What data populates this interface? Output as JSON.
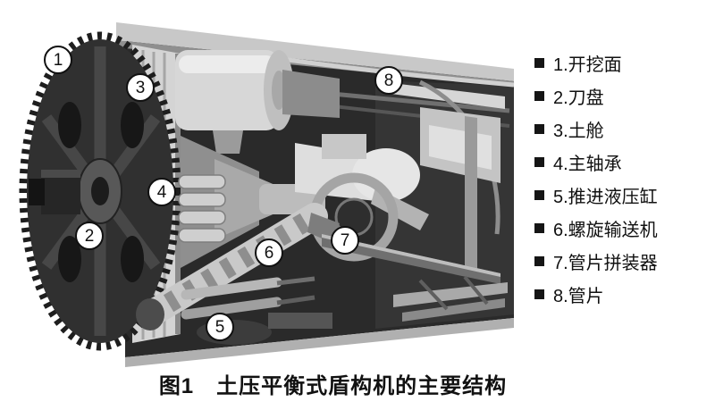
{
  "figure": {
    "caption": "图1　土压平衡式盾构机的主要结构"
  },
  "legend": {
    "items": [
      "1.开挖面",
      "2.刀盘",
      "3.土舱",
      "4.主轴承",
      "5.推进液压缸",
      "6.螺旋输送机",
      "7.管片拼装器",
      "8.管片"
    ]
  },
  "callouts": [
    "1",
    "2",
    "3",
    "4",
    "5",
    "6",
    "7",
    "8"
  ]
}
